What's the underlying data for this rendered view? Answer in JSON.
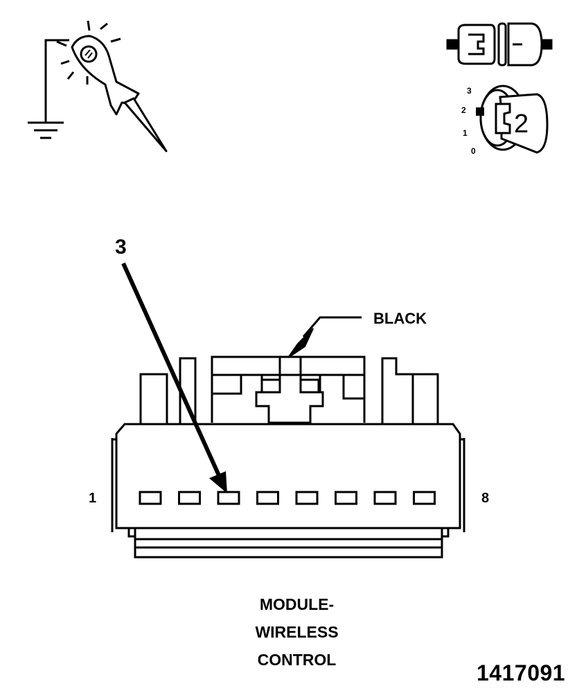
{
  "diagram": {
    "pin_callout": "3",
    "connector_color": "BLACK",
    "first_pin": "1",
    "last_pin": "8",
    "pin_count": 8,
    "title_lines": [
      "MODULE-",
      "WIRELESS",
      "CONTROL"
    ],
    "figure_id": "1417091"
  },
  "ignition_icon": {
    "positions": [
      "3",
      "2",
      "1",
      "0"
    ],
    "key_position": "2"
  },
  "icons": {
    "probe": "test-light-probe-icon",
    "ground": "ground-symbol-icon",
    "connector": "disconnected-connector-icon",
    "ignition": "ignition-switch-icon"
  },
  "colors": {
    "line": "#000000",
    "background": "#ffffff"
  }
}
